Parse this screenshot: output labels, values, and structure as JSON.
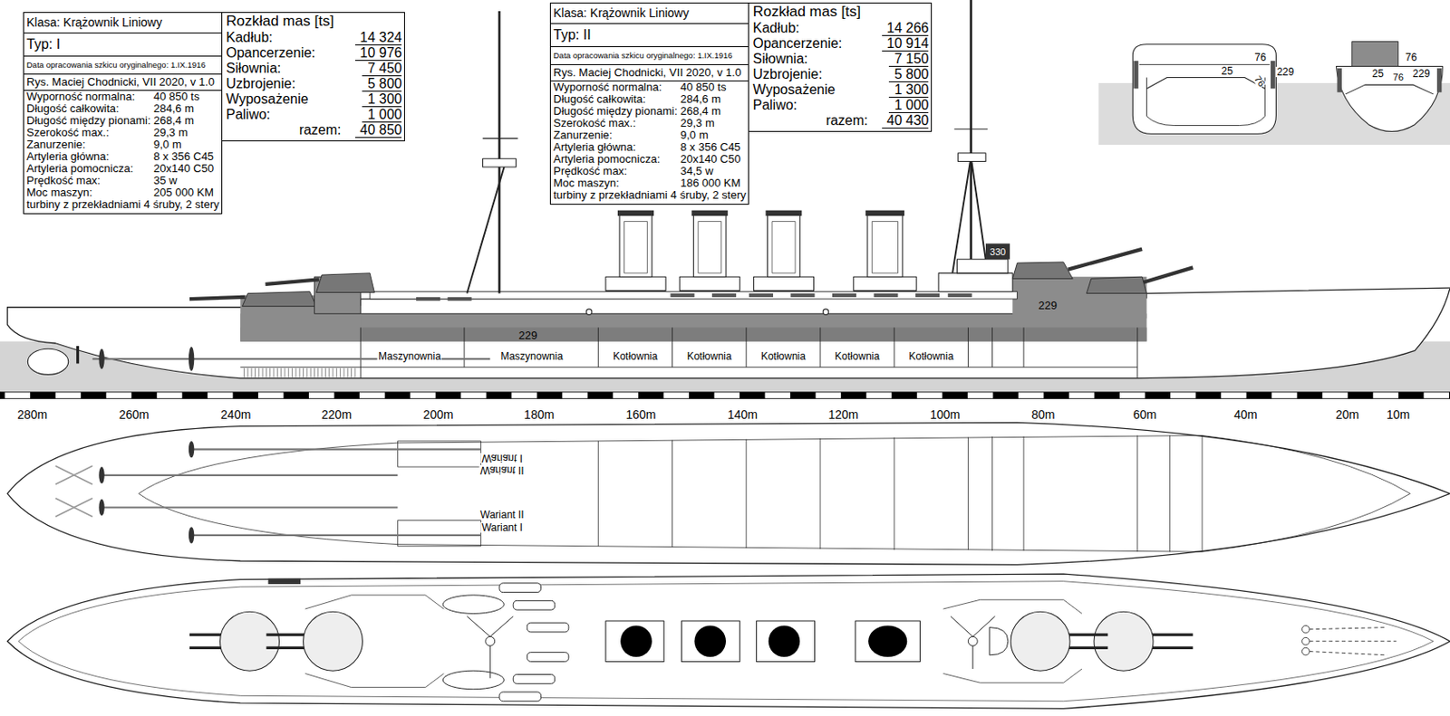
{
  "diagram": {
    "nodes": [
      {
        "text": [
          "Klasa: Krążownik Liniowy",
          "Typ: I",
          "Data opracowania szkicu oryginalnego: 1.IX.1916",
          "Rys. Maciej Chodnicki, VII 2020, v 1.0",
          "Wyporność normalna:",
          "40 850 ts",
          "Długość całkowita:",
          "284,6 m",
          "Długość między pionami:",
          "268,4 m",
          "Szerokość max.:",
          "29,3 m",
          "Zanurzenie:",
          "9,0 m",
          "Artyleria główna:",
          "8 x 356 C45",
          "Artyleria pomocnicza:",
          "20x140 C50",
          "Prędkość max:",
          "35 w",
          "Moc maszyn:",
          "205 000 KM",
          "turbiny z przekładniami 4 śruby, 2 stery"
        ]
      },
      {
        "text": [
          "Rozkład mas [ts]",
          "Kadłub:",
          "14 324",
          "Opancerzenie:",
          "10 976",
          "Siłownia:",
          "7 450",
          "Uzbrojenie:",
          "5 800",
          "Wyposażenie",
          "1 300",
          "Paliwo:",
          "1 000",
          "razem:",
          "40 850"
        ]
      },
      {
        "text": [
          "Klasa: Krążownik Liniowy",
          "Typ: II",
          "Data opracowania szkicu oryginalnego: 1.IX.1916",
          "Rys. Maciej Chodnicki, VII 2020, v 1.0",
          "Wyporność normalna:",
          "40 850 ts",
          "Długość całkowita:",
          "284,6 m",
          "Długość między pionami:",
          "268,4 m",
          "Szerokość max.:",
          "29,3 m",
          "Zanurzenie:",
          "9,0 m",
          "Artyleria główna:",
          "8 x 356 C45",
          "Artyleria pomocnicza:",
          "20x140 C50",
          "Prędkość max:",
          "34,5 w",
          "Moc maszyn:",
          "186 000 KM",
          "turbiny z przekładniami 4 śruby, 2 stery"
        ]
      },
      {
        "text": [
          "Rozkład mas [ts]",
          "Kadłub:",
          "14 266",
          "Opancerzenie:",
          "10 914",
          "Siłownia:",
          "7 150",
          "Uzbrojenie:",
          "5 800",
          "Wyposażenie",
          "1 300",
          "Paliwo:",
          "1 000",
          "razem:",
          "40 430"
        ]
      }
    ],
    "labels": [
      "76",
      "25",
      "76",
      "229",
      "76",
      "25",
      "76",
      "229",
      "330",
      "229",
      "229",
      "Maszynownia",
      "Maszynownia",
      "Kotłownia",
      "Kotłownia",
      "Kotłownia",
      "Kotłownia",
      "Kotłownia",
      "280m",
      "260m",
      "240m",
      "220m",
      "200m",
      "180m",
      "160m",
      "140m",
      "120m",
      "100m",
      "80m",
      "60m",
      "40m",
      "20m",
      "10m",
      "Wariant I",
      "Wariant II",
      "Wariant II",
      "Wariant I"
    ]
  }
}
